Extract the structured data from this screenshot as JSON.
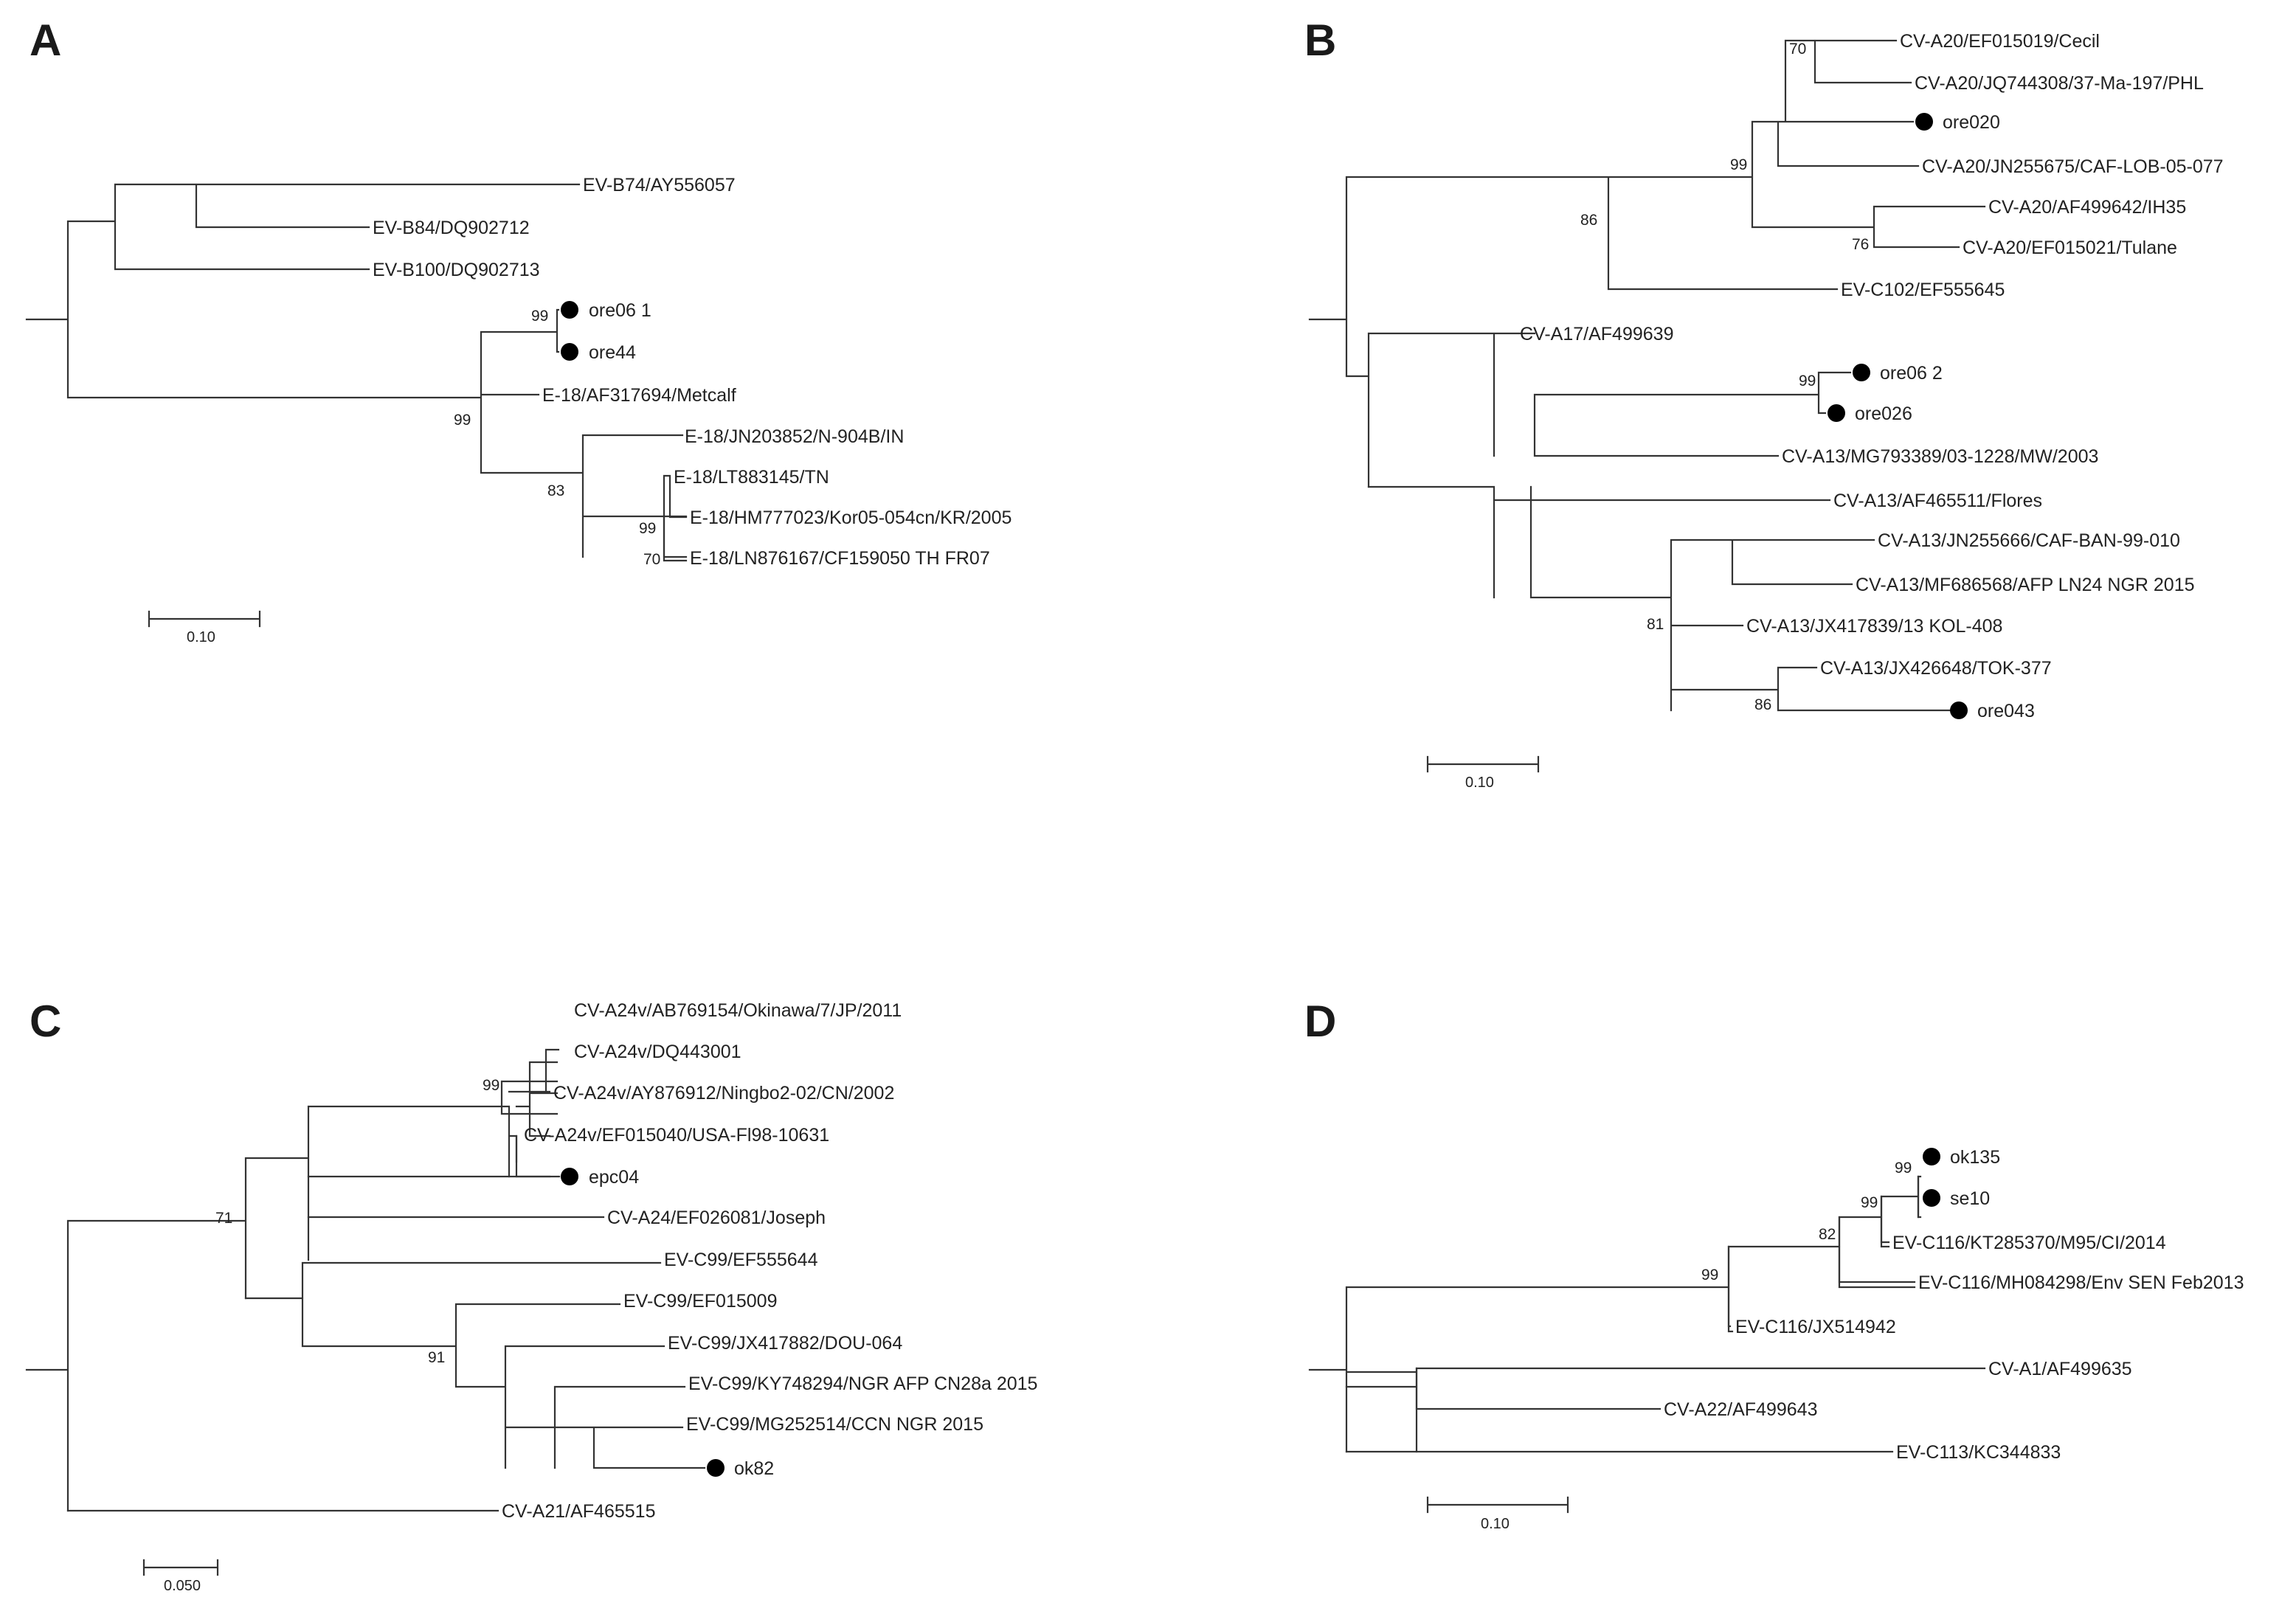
{
  "panels": [
    {
      "letter": "A",
      "scale_label": "0.10",
      "leaves": [
        "EV-B74/AY556057",
        "EV-B84/DQ902712",
        "EV-B100/DQ902713",
        "ore06 1",
        "ore44",
        "E-18/AF317694/Metcalf",
        "E-18/JN203852/N-904B/IN",
        "E-18/LT883145/TN",
        "E-18/HM777023/Kor05-054cn/KR/2005",
        "E-18/LN876167/CF159050 TH FR07"
      ],
      "bootstrap": [
        "99",
        "99",
        "83",
        "99",
        "70"
      ]
    },
    {
      "letter": "B",
      "scale_label": "0.10",
      "leaves": [
        "CV-A20/EF015019/Cecil",
        "CV-A20/JQ744308/37-Ma-197/PHL",
        "ore020",
        "CV-A20/JN255675/CAF-LOB-05-077",
        "CV-A20/AF499642/IH35",
        "CV-A20/EF015021/Tulane",
        "EV-C102/EF555645",
        "CV-A17/AF499639",
        "ore06 2",
        "ore026",
        "CV-A13/MG793389/03-1228/MW/2003",
        "CV-A13/AF465511/Flores",
        "CV-A13/JN255666/CAF-BAN-99-010",
        "CV-A13/MF686568/AFP LN24 NGR 2015",
        "CV-A13/JX417839/13 KOL-408",
        "CV-A13/JX426648/TOK-377",
        "ore043"
      ],
      "bootstrap": [
        "70",
        "99",
        "76",
        "86",
        "99",
        "81",
        "86"
      ]
    },
    {
      "letter": "C",
      "scale_label": "0.050",
      "leaves": [
        "CV-A24v/AB769154/Okinawa/7/JP/2011",
        "CV-A24v/DQ443001",
        "CV-A24v/AY876912/Ningbo2-02/CN/2002",
        "CV-A24v/EF015040/USA-Fl98-10631",
        "epc04",
        "CV-A24/EF026081/Joseph",
        "EV-C99/EF555644",
        "EV-C99/EF015009",
        "EV-C99/JX417882/DOU-064",
        "EV-C99/KY748294/NGR AFP CN28a 2015",
        "EV-C99/MG252514/CCN NGR 2015",
        "ok82",
        "CV-A21/AF465515"
      ],
      "bootstrap": [
        "99",
        "71",
        "91"
      ]
    },
    {
      "letter": "D",
      "scale_label": "0.10",
      "leaves": [
        "ok135",
        "se10",
        "EV-C116/KT285370/M95/CI/2014",
        "EV-C116/MH084298/Env SEN Feb2013",
        "EV-C116/JX514942",
        "CV-A1/AF499635",
        "CV-A22/AF499643",
        "EV-C113/KC344833"
      ],
      "bootstrap": [
        "99",
        "99",
        "82",
        "99"
      ]
    }
  ],
  "colors": {
    "line": "#333333",
    "text": "#222222",
    "marker": "#000000"
  }
}
